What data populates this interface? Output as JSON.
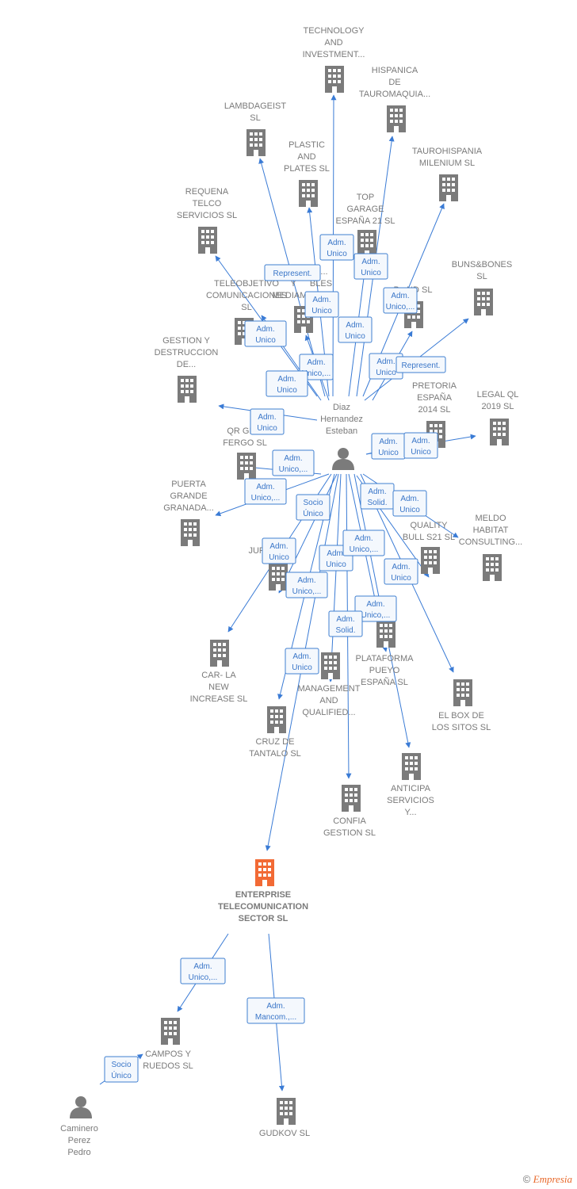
{
  "colors": {
    "edge": "#3a7bd5",
    "company": "#7b7b7b",
    "focus_company": "#f26a35",
    "person": "#7b7b7b"
  },
  "nodes": [
    {
      "id": "technology",
      "type": "company",
      "lines": [
        "TECHNOLOGY",
        "AND",
        "INVESTMENT..."
      ]
    },
    {
      "id": "hispanica",
      "type": "company",
      "lines": [
        "HISPANICA",
        "DE",
        "TAUROMAQUIA..."
      ]
    },
    {
      "id": "lambdageist",
      "type": "company",
      "lines": [
        "LAMBDAGEIST",
        "SL"
      ]
    },
    {
      "id": "plastic",
      "type": "company",
      "lines": [
        "PLASTIC",
        "AND",
        "PLATES  SL"
      ]
    },
    {
      "id": "taurohispania",
      "type": "company",
      "lines": [
        "TAUROHISPANIA",
        "MILENIUM  SL"
      ]
    },
    {
      "id": "requena",
      "type": "company",
      "lines": [
        "REQUENA",
        "TELCO",
        "SERVICIOS  SL"
      ]
    },
    {
      "id": "topgarage",
      "type": "company",
      "lines": [
        "TOP",
        "GARAGE",
        "ESPAÑA 21  SL"
      ]
    },
    {
      "id": "bunsbones",
      "type": "company",
      "lines": [
        "BUNS&BONES",
        "SL"
      ]
    },
    {
      "id": "cables",
      "type": "company",
      "lines": [
        "C...",
        "BLES"
      ]
    },
    {
      "id": "teleobjetivo",
      "type": "company",
      "lines": [
        "TELEOBJETIVO",
        "COMUNICACIONES",
        "SL"
      ]
    },
    {
      "id": "mediam",
      "type": "company",
      "lines": [
        "Y",
        "MEDIAM..."
      ]
    },
    {
      "id": "brand",
      "type": "company",
      "lines": [
        "B...ND  SL"
      ]
    },
    {
      "id": "gestion",
      "type": "company",
      "lines": [
        "GESTION Y",
        "DESTRUCCION",
        "DE..."
      ]
    },
    {
      "id": "pretoria",
      "type": "company",
      "lines": [
        "PRETORIA",
        "ESPAÑA",
        "2014  SL"
      ]
    },
    {
      "id": "legalql",
      "type": "company",
      "lines": [
        "LEGAL QL",
        "2019  SL"
      ]
    },
    {
      "id": "qrgr",
      "type": "company",
      "lines": [
        "QR GR...",
        "FERGO  SL"
      ]
    },
    {
      "id": "puerta",
      "type": "company",
      "lines": [
        "PUERTA",
        "GRANDE",
        "GRANADA..."
      ]
    },
    {
      "id": "meldo",
      "type": "company",
      "lines": [
        "MELDO",
        "HABITAT",
        "CONSULTING..."
      ]
    },
    {
      "id": "qualitybull",
      "type": "company",
      "lines": [
        "QUALITY",
        "BULL S21  SL"
      ]
    },
    {
      "id": "jur",
      "type": "company",
      "lines": [
        "JUR...  SL"
      ]
    },
    {
      "id": "plataforma",
      "type": "company",
      "lines": [
        "PLATAFORMA",
        "PUEYO",
        "ESPAÑA  SL"
      ]
    },
    {
      "id": "car",
      "type": "company",
      "lines": [
        "CAR- LA",
        "NEW",
        "INCREASE  SL"
      ]
    },
    {
      "id": "management",
      "type": "company",
      "lines": [
        "MANAGEMENT",
        "AND",
        "QUALIFIED..."
      ]
    },
    {
      "id": "elbox",
      "type": "company",
      "lines": [
        "EL BOX DE",
        "LOS SITOS  SL"
      ]
    },
    {
      "id": "cruz",
      "type": "company",
      "lines": [
        "CRUZ DE",
        "TANTALO  SL"
      ]
    },
    {
      "id": "anticipa",
      "type": "company",
      "lines": [
        "ANTICIPA",
        "SERVICIOS",
        "Y..."
      ]
    },
    {
      "id": "confia",
      "type": "company",
      "lines": [
        "CONFIA",
        "GESTION SL"
      ]
    },
    {
      "id": "enterprise",
      "type": "focus",
      "lines": [
        "ENTERPRISE",
        "TELECOMUNICATION",
        "SECTOR  SL"
      ]
    },
    {
      "id": "campos",
      "type": "company",
      "lines": [
        "CAMPOS Y",
        "RUEDOS SL"
      ]
    },
    {
      "id": "gudkov",
      "type": "company",
      "lines": [
        "GUDKOV  SL"
      ]
    },
    {
      "id": "diaz",
      "type": "person",
      "lines": [
        "Diaz",
        "Hernandez",
        "Esteban"
      ]
    },
    {
      "id": "caminero",
      "type": "person",
      "lines": [
        "Caminero",
        "Perez",
        "Pedro"
      ]
    }
  ],
  "edge_labels": [
    {
      "id": "e1",
      "lines": [
        "Adm.",
        "Unico"
      ]
    },
    {
      "id": "e2",
      "lines": [
        "Adm.",
        "Unico"
      ]
    },
    {
      "id": "e3",
      "lines": [
        "Represent."
      ]
    },
    {
      "id": "e4",
      "lines": [
        "Adm.",
        "Unico"
      ]
    },
    {
      "id": "e5",
      "lines": [
        "Adm.",
        "Unico"
      ]
    },
    {
      "id": "e6",
      "lines": [
        "Adm.",
        "Unico"
      ]
    },
    {
      "id": "e7",
      "lines": [
        "Adm.",
        "Unico,..."
      ]
    },
    {
      "id": "e8",
      "lines": [
        "Adm.",
        "Unico"
      ]
    },
    {
      "id": "e9",
      "lines": [
        "Adm.",
        "Unico,..."
      ]
    },
    {
      "id": "e10",
      "lines": [
        "Adm.",
        "Unico"
      ]
    },
    {
      "id": "e11",
      "lines": [
        "Represent."
      ]
    },
    {
      "id": "e12",
      "lines": [
        "Adm.",
        "Unico"
      ]
    },
    {
      "id": "e13",
      "lines": [
        "Adm.",
        "Unico"
      ]
    },
    {
      "id": "e14",
      "lines": [
        "Adm.",
        "Unico"
      ]
    },
    {
      "id": "e15",
      "lines": [
        "Adm.",
        "Unico,..."
      ]
    },
    {
      "id": "e16",
      "lines": [
        "Adm.",
        "Unico,..."
      ]
    },
    {
      "id": "e17",
      "lines": [
        "Socio",
        "Único"
      ]
    },
    {
      "id": "e18",
      "lines": [
        "Adm.",
        "Solid."
      ]
    },
    {
      "id": "e19",
      "lines": [
        "Adm.",
        "Unico"
      ]
    },
    {
      "id": "e20",
      "lines": [
        "Adm.",
        "Unico"
      ]
    },
    {
      "id": "e21",
      "lines": [
        "Adm.",
        "Unico"
      ]
    },
    {
      "id": "e22",
      "lines": [
        "Adm.",
        "Unico,..."
      ]
    },
    {
      "id": "e23",
      "lines": [
        "Adm.",
        "Unico,..."
      ]
    },
    {
      "id": "e24",
      "lines": [
        "Adm.",
        "Unico"
      ]
    },
    {
      "id": "e25",
      "lines": [
        "Adm.",
        "Unico,..."
      ]
    },
    {
      "id": "e26",
      "lines": [
        "Adm.",
        "Solid."
      ]
    },
    {
      "id": "e27",
      "lines": [
        "Adm.",
        "Unico"
      ]
    },
    {
      "id": "e28",
      "lines": [
        "Adm.",
        "Unico,..."
      ]
    },
    {
      "id": "e29",
      "lines": [
        "Adm.",
        "Mancom.,..."
      ]
    },
    {
      "id": "e30",
      "lines": [
        "Socio",
        "Único"
      ]
    }
  ],
  "watermark": {
    "copyright": "©",
    "brand": "Empresia"
  }
}
